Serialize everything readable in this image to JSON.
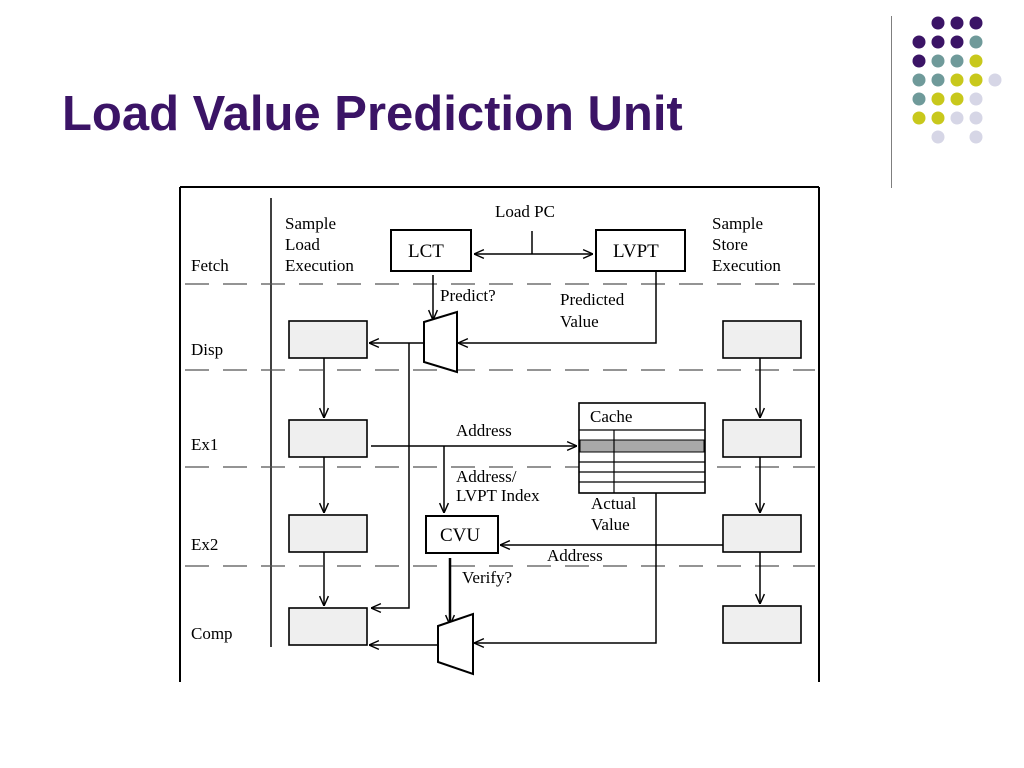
{
  "slide": {
    "title": "Load Value Prediction Unit",
    "colors": {
      "title": "#3b1466",
      "dots": [
        "#3b1466",
        "#6f9a9a",
        "#c8c81c",
        "#d6d6e6"
      ],
      "stage_box_fill": "#efefef",
      "cache_highlight": "#a9a9a9"
    }
  },
  "diagram": {
    "stages": [
      "Fetch",
      "Disp",
      "Ex1",
      "Ex2",
      "Comp"
    ],
    "labels": {
      "load_pc": "Load PC",
      "sample_load_1": "Sample",
      "sample_load_2": "Load",
      "sample_load_3": "Execution",
      "sample_store_1": "Sample",
      "sample_store_2": "Store",
      "sample_store_3": "Execution",
      "lct": "LCT",
      "lvpt": "LVPT",
      "predict": "Predict?",
      "predicted_1": "Predicted",
      "predicted_2": "Value",
      "cache": "Cache",
      "address_top": "Address",
      "address_lvpt_1": "Address/",
      "address_lvpt_2": "LVPT Index",
      "actual_1": "Actual",
      "actual_2": "Value",
      "cvu": "CVU",
      "address_bottom": "Address",
      "verify": "Verify?"
    }
  }
}
